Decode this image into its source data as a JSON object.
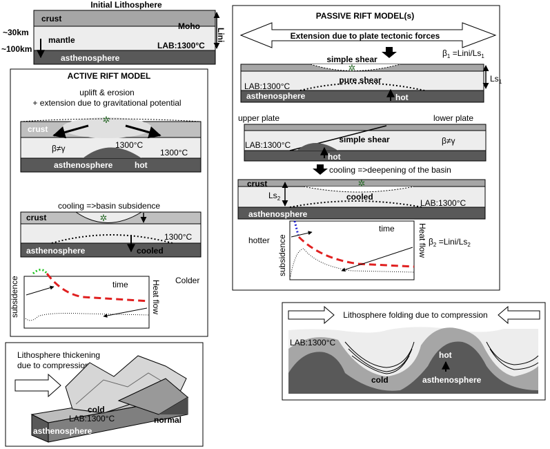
{
  "initial": {
    "title": "Initial Lithosphere",
    "crust": "crust",
    "moho": "Moho",
    "mantle": "mantle",
    "lab": "LAB:1300°C",
    "asthenosphere": "asthenosphere",
    "depth_30": "~30km",
    "depth_100": "~100km",
    "lini": "Lini"
  },
  "active": {
    "title": "ACTIVE RIFT MODEL",
    "line1": "uplift & erosion",
    "line2": "+ extension due to gravitational potential",
    "crust": "crust",
    "beta": "β≠γ",
    "temp_center": "1300°C",
    "temp_right": "1300°C",
    "asthenosphere": "asthenosphere",
    "hot": "hot",
    "cooling": "cooling =>basin subsidence",
    "crust2": "crust",
    "temp2": "1300°C",
    "asthenosphere2": "asthenosphere",
    "cooled": "cooled",
    "colder": "Colder",
    "time": "time",
    "subsidence": "subsidence",
    "heatflow": "Heat flow"
  },
  "passive": {
    "title": "PASSIVE RIFT MODEL(s)",
    "extension": "Extension due to plate tectonic forces",
    "simple_shear": "simple shear",
    "beta1_a": "β",
    "beta1_sub": "1",
    "beta1_b": " =Lini/Ls",
    "beta1_sub2": "1",
    "pure_shear": "pure shear",
    "lab": "LAB:1300°C",
    "ls1_a": "Ls",
    "ls1_sub": "1",
    "asthenosphere": "asthenosphere",
    "hot": "hot",
    "upper_plate": "upper plate",
    "lower_plate": "lower plate",
    "lab2": "LAB:1300°C",
    "simple_shear2": "simple shear",
    "beta_ne": "β≠γ",
    "hot2": "hot",
    "cooling": "cooling =>deepening of the basin",
    "crust": "crust",
    "ls2_a": "Ls",
    "ls2_sub": "2",
    "cooled": "cooled",
    "lab3": "LAB:1300°C",
    "asthenosphere2": "asthenosphere",
    "hotter": "hotter",
    "time": "time",
    "subsidence": "subsidence",
    "heatflow": "Heat flow",
    "beta2_a": "β",
    "beta2_sub": "2",
    "beta2_b": " =Lini/Ls",
    "beta2_sub2": "2"
  },
  "thickening": {
    "title1": "Lithosphere thickening",
    "title2": "due to compression",
    "cold": "cold",
    "lab": "LAB:1300°C",
    "normal": "normal",
    "asthenosphere": "asthenosphere"
  },
  "folding": {
    "title": "Lithosphere folding due to compression",
    "lab": "LAB:1300°C",
    "hot": "hot",
    "cold": "cold",
    "asthenosphere": "asthenosphere"
  }
}
